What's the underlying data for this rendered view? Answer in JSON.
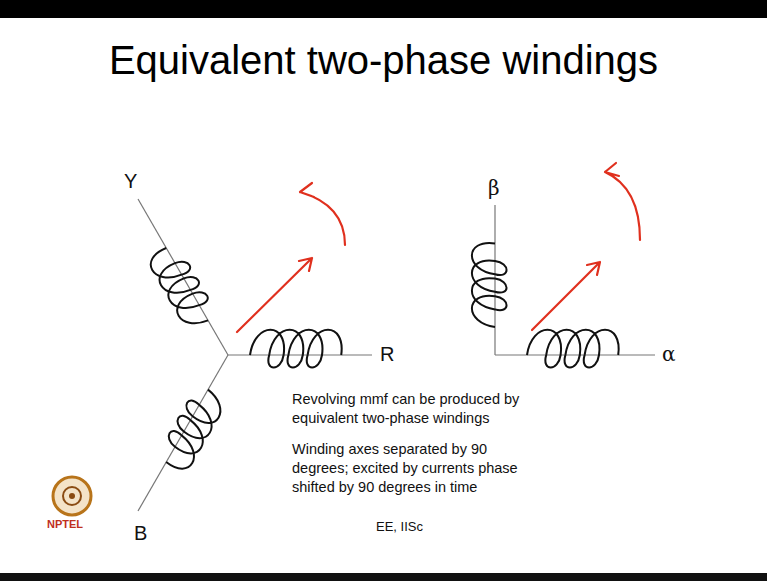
{
  "diagram": {
    "title": "Equivalent two-phase windings",
    "labels": [
      "Y",
      "R",
      "B",
      "β",
      "α",
      "Revolving mmf can be produced by equivalent two-phase windings",
      "Winding axes separated by 90 degrees; excited by currents phase shifted by 90 degrees in time",
      "EE, IISc",
      "NPTEL"
    ]
  }
}
